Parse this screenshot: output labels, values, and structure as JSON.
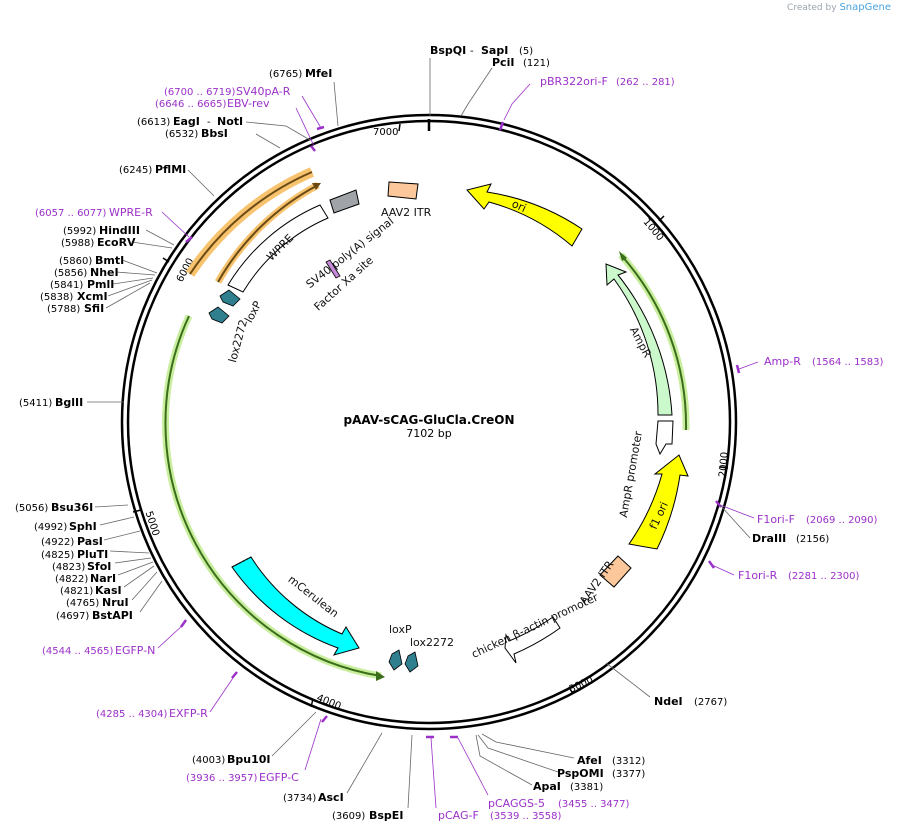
{
  "watermark": {
    "prefix": "Created by",
    "brand": "SnapGene"
  },
  "plasmid": {
    "name": "pAAV-sCAG-GluCla.CreON",
    "length_text": "7102 bp"
  },
  "ticks": [
    "1000",
    "2000",
    "3000",
    "4000",
    "5000",
    "6000",
    "7000"
  ],
  "restriction_sites": [
    {
      "name": "BspQI",
      "name2": "SapI",
      "pos": "(5)"
    },
    {
      "name": "PciI",
      "pos": "(121)"
    },
    {
      "name": "DraIII",
      "pos": "(2156)"
    },
    {
      "name": "NdeI",
      "pos": "(2767)"
    },
    {
      "name": "AfeI",
      "pos": "(3312)"
    },
    {
      "name": "PspOMI",
      "pos": "(3377)"
    },
    {
      "name": "ApaI",
      "pos": "(3381)"
    },
    {
      "name": "BspEI",
      "pos": "(3609)"
    },
    {
      "name": "AscI",
      "pos": "(3734)"
    },
    {
      "name": "Bpu10I",
      "pos": "(4003)"
    },
    {
      "name": "BstAPI",
      "pos": "(4697)"
    },
    {
      "name": "NruI",
      "pos": "(4765)"
    },
    {
      "name": "KasI",
      "pos": "(4821)"
    },
    {
      "name": "NarI",
      "pos": "(4822)"
    },
    {
      "name": "SfoI",
      "pos": "(4823)"
    },
    {
      "name": "PluTI",
      "pos": "(4825)"
    },
    {
      "name": "PasI",
      "pos": "(4922)"
    },
    {
      "name": "SphI",
      "pos": "(4992)"
    },
    {
      "name": "Bsu36I",
      "pos": "(5056)"
    },
    {
      "name": "BglII",
      "pos": "(5411)"
    },
    {
      "name": "SfiI",
      "pos": "(5788)"
    },
    {
      "name": "XcmI",
      "pos": "(5838)"
    },
    {
      "name": "PmlI",
      "pos": "(5841)"
    },
    {
      "name": "NheI",
      "pos": "(5856)"
    },
    {
      "name": "BmtI",
      "pos": "(5860)"
    },
    {
      "name": "EcoRV",
      "pos": "(5988)"
    },
    {
      "name": "HindIII",
      "pos": "(5992)"
    },
    {
      "name": "PflMI",
      "pos": "(6245)"
    },
    {
      "name": "BbsI",
      "pos": "(6532)"
    },
    {
      "name": "EagI",
      "name2": "NotI",
      "pos": "(6613)"
    },
    {
      "name": "MfeI",
      "pos": "(6765)"
    }
  ],
  "primers": [
    {
      "name": "pBR322ori-F",
      "pos": "(262 .. 281)"
    },
    {
      "name": "Amp-R",
      "pos": "(1564 .. 1583)"
    },
    {
      "name": "F1ori-F",
      "pos": "(2069 .. 2090)"
    },
    {
      "name": "F1ori-R",
      "pos": "(2281 .. 2300)"
    },
    {
      "name": "pCAGGS-5",
      "pos": "(3455 .. 3477)"
    },
    {
      "name": "pCAG-F",
      "pos": "(3539 .. 3558)"
    },
    {
      "name": "EGFP-C",
      "pos": "(3936 .. 3957)"
    },
    {
      "name": "EXFP-R",
      "pos": "(4285 .. 4304)"
    },
    {
      "name": "EGFP-N",
      "pos": "(4544 .. 4565)"
    },
    {
      "name": "WPRE-R",
      "pos": "(6057 .. 6077)"
    },
    {
      "name": "EBV-rev",
      "pos": "(6646 .. 6665)"
    },
    {
      "name": "SV40pA-R",
      "pos": "(6700 .. 6719)"
    }
  ],
  "features": {
    "ori": "ori",
    "ampr": "AmpR",
    "ampr_promoter": "AmpR promoter",
    "f1_ori": "f1 ori",
    "aav2_itr_right": "AAV2 ITR",
    "chicken_promoter": "chicken β-actin promoter",
    "loxp_right": "loxP",
    "lox2272_right": "lox2272",
    "mcerulean": "mCerulean",
    "loxp_left": "loxP",
    "lox2272_left": "lox2272",
    "wpre": "WPRE",
    "sv40": "SV40 poly(A) signal",
    "aav2_itr_top": "AAV2 ITR",
    "factor_xa": "Factor Xa site"
  },
  "colors": {
    "ori": "#ffff00",
    "ampr": "#ccf9cc",
    "promoter": "#ffffff",
    "f1_ori": "#ffff00",
    "itr": "#fcc89b",
    "mcerulean": "#00ffff",
    "lox": "#2f7f8f",
    "sv40": "#a0a4a8",
    "primer": "#9b30c8",
    "orf_arc": "#3a6e1a",
    "orf_arc_glow": "#c9ee9e",
    "wpre_arc": "#6b4a14",
    "wpre_arc_glow": "#f7c36e"
  }
}
